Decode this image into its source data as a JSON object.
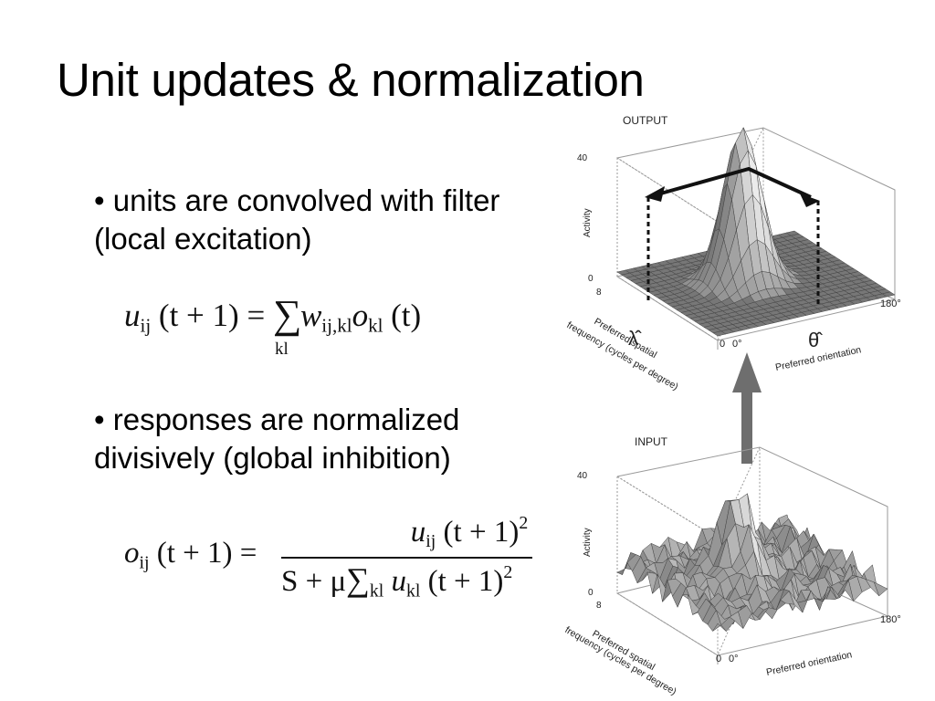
{
  "slide": {
    "title": "Unit updates & normalization",
    "bullets": [
      "• units are convolved with filter (local excitation)",
      "• responses are normalized divisively (global inhibition)"
    ]
  },
  "eq1": {
    "u": "u",
    "ij": "ij",
    "arg": "(t + 1) =",
    "sigma": "∑",
    "sum_sub": "kl",
    "w": "w",
    "w_sub": "ij,kl",
    "o": "o",
    "o_sub": "kl",
    "tail": "(t)"
  },
  "eq2": {
    "o": "o",
    "ij": "ij",
    "lhs_arg": "(t + 1) =",
    "u": "u",
    "num_arg": "(t + 1)",
    "exp": "2",
    "den_head": "S + μ",
    "sigma": "∑",
    "kl": "kl",
    "den_arg": "(t + 1)"
  },
  "figure": {
    "output": {
      "title": "OUTPUT",
      "ylabel": "Activity",
      "ytick_top": "40",
      "ytick_bottom": "0",
      "left_corner": "8",
      "bottom_corner": "0",
      "x_end": "0°",
      "right_end": "180°",
      "freq_label_1": "Preferred spatial",
      "freq_label_2": "frequency (cycles per degree)",
      "orient_label": "Preferred orientation",
      "lambda_hat": "λ̂",
      "theta_hat": "θ̂"
    },
    "input": {
      "title": "INPUT",
      "ylabel": "Activity",
      "ytick_top": "40",
      "ytick_bottom": "0",
      "left_corner": "8",
      "bottom_corner": "0",
      "x_end": "0°",
      "right_end": "180°",
      "freq_label_1": "Preferred spatial",
      "freq_label_2": "frequency (cycles per degree)",
      "orient_label": "Preferred orientation"
    },
    "colors": {
      "surface": "#b4b4b4",
      "surface_dark": "#6e6e6e",
      "arrow": "#6e6e6e",
      "grid": "#9a9a9a"
    }
  }
}
